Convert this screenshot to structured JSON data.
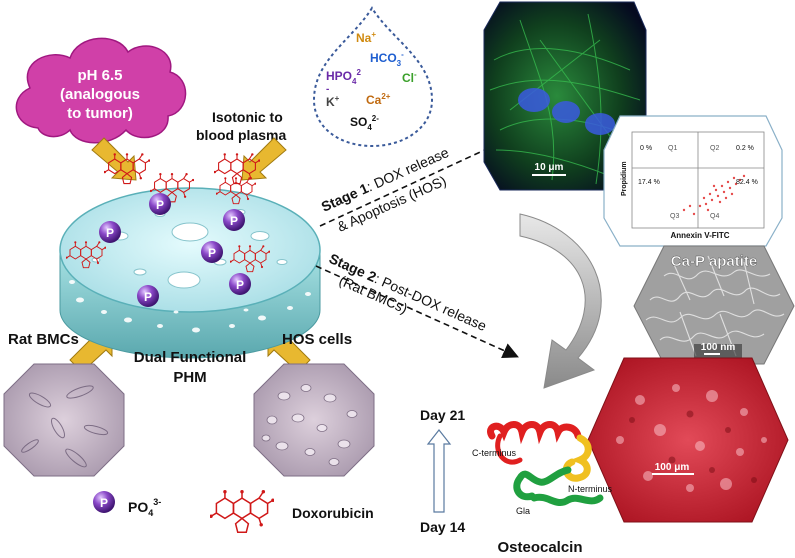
{
  "conditions": {
    "ph_line1": "pH 6.5",
    "ph_line2": "(analogous",
    "ph_line3": "to tumor)",
    "isotonic_line1": "Isotonic to",
    "isotonic_line2": "blood plasma"
  },
  "ions": {
    "na": "Na",
    "na_sup": "+",
    "hco3": "HCO",
    "hco3_sub": "3",
    "hco3_sup": "-",
    "hpo4": "HPO",
    "hpo4_sub": "4",
    "hpo4_sup": "2",
    "hpo4_extra": "-",
    "cl": "Cl",
    "cl_sup": "-",
    "k": "K",
    "k_sup": "+",
    "ca": "Ca",
    "ca_sup": "2+",
    "so4": "SO",
    "so4_sub": "4",
    "so4_sup": "2-"
  },
  "stages": {
    "stage1_bold": "Stage 1",
    "stage1_rest": ": DOX release",
    "stage1_line2": "& Apoptosis (HOS)",
    "stage2_bold": "Stage 2",
    "stage2_rest": ": Post-DOX release",
    "stage2_line2": "(Rat BMCs)"
  },
  "center": {
    "title_line1": "Dual Functional",
    "title_line2": "PHM",
    "p_symbol": "P"
  },
  "cells": {
    "rat_bmcs": "Rat BMCs",
    "hos_cells": "HOS cells"
  },
  "micrographs": {
    "scale_fluor": "10 μm",
    "capatite_title": "Ca-P apatite",
    "scale_sem": "100 nm",
    "scale_stain": "100 μm"
  },
  "flow": {
    "q1_pct": "0 %",
    "q2_pct": "0.2 %",
    "q3_pct": "17.4 %",
    "q4_pct": "82.4 %",
    "q1": "Q1",
    "q2": "Q2",
    "q3": "Q3",
    "q4": "Q4",
    "xlabel": "Annexin V-FITC",
    "ylabel": "Propidium"
  },
  "osteocalcin": {
    "day21": "Day 21",
    "day14": "Day 14",
    "c_terminus": "C-terminus",
    "n_terminus": "N-terminus",
    "gla": "Gla",
    "title": "Osteocalcin"
  },
  "legend": {
    "po4": "PO",
    "po4_sub": "4",
    "po4_sup": "3-",
    "dox": "Doxorubicin"
  },
  "colors": {
    "cloud": "#d040a8",
    "disc_top": "#c4eef4",
    "disc_side": "#88d0d4",
    "sphere": "#7a3bb4",
    "arrow": "#e8b830",
    "drug": "#d01818",
    "fluor_bg": "#050a20",
    "stain": "#c8202c"
  }
}
